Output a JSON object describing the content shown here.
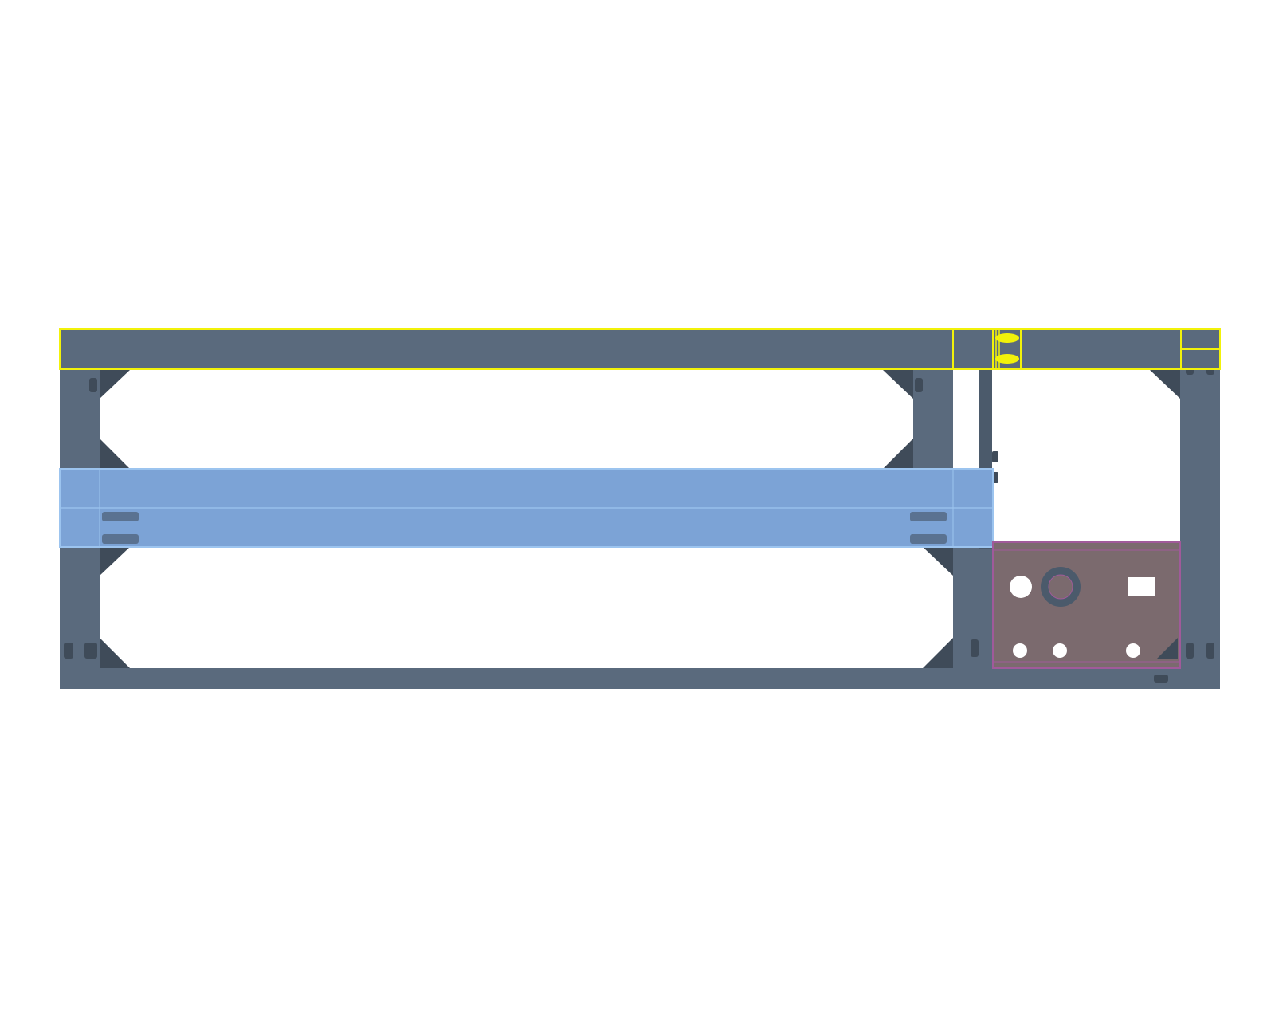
{
  "viewport": {
    "background": "#ffffff"
  },
  "model": {
    "kind": "cad-frame-assembly-front-view",
    "colors": {
      "frame": "#5a6a7d",
      "frame_dark": "#4b5a6b",
      "gusset": "#3f4b59",
      "selected_beam_fill": "#7ca3d6",
      "selected_beam_edge": "#9cc4ef",
      "highlight_outline": "#f2f20a",
      "control_panel": "#7b6a6e",
      "control_panel_edge": "#a05a9a",
      "panel_hole": "#ffffff"
    },
    "states": {
      "top_beam": "highlighted",
      "middle_beam": "selected",
      "control_panel": "visible"
    },
    "icons": [
      "bolt-icon",
      "gusset-icon",
      "hinge-icon",
      "hole-icon"
    ]
  }
}
